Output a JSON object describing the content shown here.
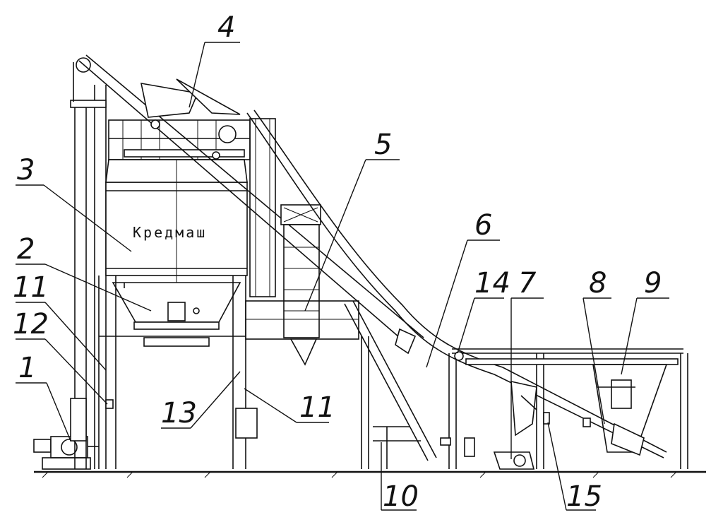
{
  "brand_text": "Кредмаш",
  "callouts": [
    {
      "id": "1",
      "label": "1"
    },
    {
      "id": "2",
      "label": "2"
    },
    {
      "id": "3",
      "label": "3"
    },
    {
      "id": "4",
      "label": "4"
    },
    {
      "id": "5",
      "label": "5"
    },
    {
      "id": "6",
      "label": "6"
    },
    {
      "id": "7",
      "label": "7"
    },
    {
      "id": "8",
      "label": "8"
    },
    {
      "id": "9",
      "label": "9"
    },
    {
      "id": "10",
      "label": "10"
    },
    {
      "id": "11a",
      "label": "11"
    },
    {
      "id": "11b",
      "label": "11"
    },
    {
      "id": "12",
      "label": "12"
    },
    {
      "id": "13",
      "label": "13"
    },
    {
      "id": "14",
      "label": "14"
    },
    {
      "id": "15",
      "label": "15"
    }
  ]
}
